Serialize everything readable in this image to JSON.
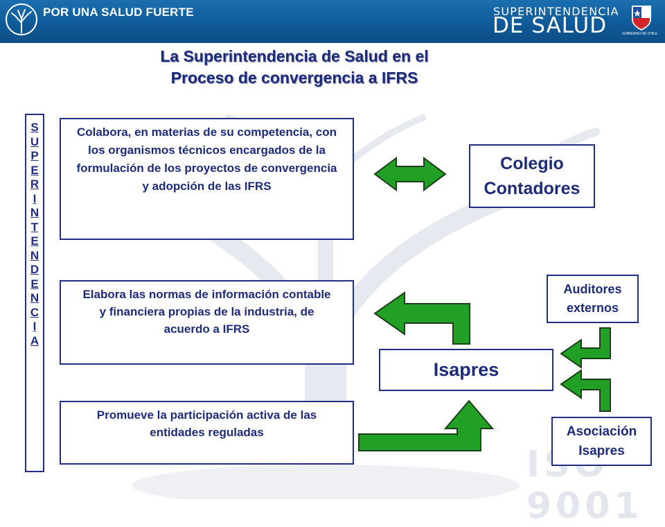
{
  "header": {
    "slogan": "POR UNA SALUD FUERTE",
    "brand_top": "SUPERINTENDENCIA",
    "brand_bottom": "DE SALUD",
    "gov_caption": "GOBIERNO DE CHILE"
  },
  "title": {
    "line1": "La Superintendencia de Salud en el",
    "line2": "Proceso de convergencia a IFRS"
  },
  "vertical_label": [
    "S",
    "U",
    "P",
    "E",
    "R",
    "I",
    "N",
    "T",
    "E",
    "N",
    "D",
    "E",
    "N",
    "C",
    "I",
    "A"
  ],
  "boxes": {
    "collabora": "Colabora, en materias de su competencia, con los organismos técnicos encargados de la formulación de los proyectos de convergencia y adopción de las IFRS",
    "elabora": "Elabora las normas de información contable y  financiera propias de la industria, de acuerdo a IFRS",
    "promueve": "Promueve la participación activa de las entidades reguladas",
    "colegio_line1": "Colegio",
    "colegio_line2": "Contadores",
    "auditores_line1": "Auditores",
    "auditores_line2": "externos",
    "isapres": "Isapres",
    "asociacion_line1": "Asociación",
    "asociacion_line2": "Isapres"
  },
  "watermark": "ISO 9001",
  "colors": {
    "header_blue": "#1565a8",
    "text_navy": "#1d2c7a",
    "box_border": "#1f2d84",
    "arrow_green": "#22a025",
    "arrow_outline": "#1a3d1a"
  },
  "icons": [
    "tree-logo-icon",
    "gov-chile-shield-icon",
    "double-arrow-icon",
    "bent-arrow-icon"
  ]
}
